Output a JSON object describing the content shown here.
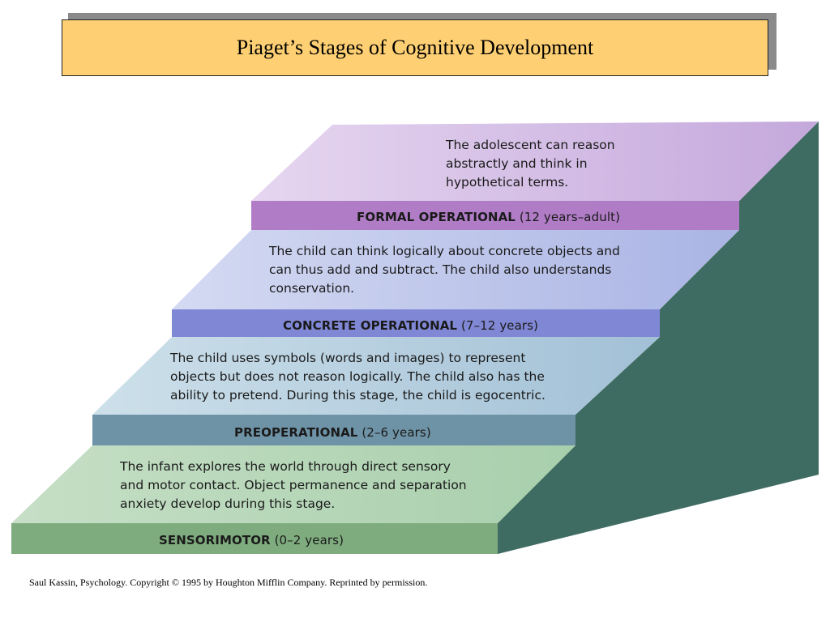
{
  "title": "Piaget’s Stages of Cognitive Development",
  "stages": [
    {
      "name": "SENSORIMOTOR",
      "age": "(0–2 years)",
      "description": [
        "The infant explores the world through direct sensory",
        "and motor contact. Object permanence and separation",
        "anxiety develop during this stage."
      ]
    },
    {
      "name": "PREOPERATIONAL",
      "age": "(2–6 years)",
      "description": [
        "The child uses symbols (words and images) to represent",
        "objects but does not reason logically. The child also has the",
        "ability to pretend. During this stage, the child is egocentric."
      ]
    },
    {
      "name": "CONCRETE OPERATIONAL",
      "age": "(7–12 years)",
      "description": [
        "The child can think logically about concrete objects and",
        "can thus add and subtract. The child also understands",
        "conservation."
      ]
    },
    {
      "name": "FORMAL OPERATIONAL",
      "age": "(12 years–adult)",
      "description": [
        "The adolescent can reason",
        "abstractly  and think in",
        "hypothetical terms."
      ]
    }
  ],
  "colors": {
    "title_bg": "#ffd073",
    "side": "#3f6c62",
    "sensorimotor": "#a9ccad",
    "preoperational": "#a3bfd2",
    "concrete": "#aab2e2",
    "formal": "#c9ade0"
  },
  "credit": "Saul Kassin, Psychology. Copyright © 1995 by Houghton Mifflin Company. Reprinted by permission."
}
